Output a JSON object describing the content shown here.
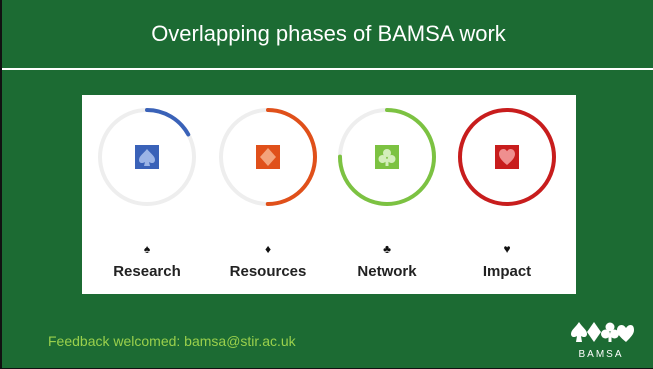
{
  "slide": {
    "title": "Overlapping phases of BAMSA work",
    "footer": "Feedback welcomed:  bamsa@stir.ac.uk",
    "logo_text": "BAMSA"
  },
  "phases": [
    {
      "label": "Research",
      "suit_symbol": "♠",
      "color": "#3a62b8",
      "progress": 0.17,
      "start_deg": 0
    },
    {
      "label": "Resources",
      "suit_symbol": "♦",
      "color": "#e0501a",
      "progress": 0.5,
      "start_deg": 0
    },
    {
      "label": "Network",
      "suit_symbol": "♣",
      "color": "#7cc242",
      "progress": 0.75,
      "start_deg": 0
    },
    {
      "label": "Impact",
      "suit_symbol": "♥",
      "color": "#c81d1d",
      "progress": 1.0,
      "start_deg": 0
    }
  ],
  "colors": {
    "background": "#1c6b33",
    "footer_text": "#9ad04c",
    "ring_track": "#eeeeee"
  }
}
